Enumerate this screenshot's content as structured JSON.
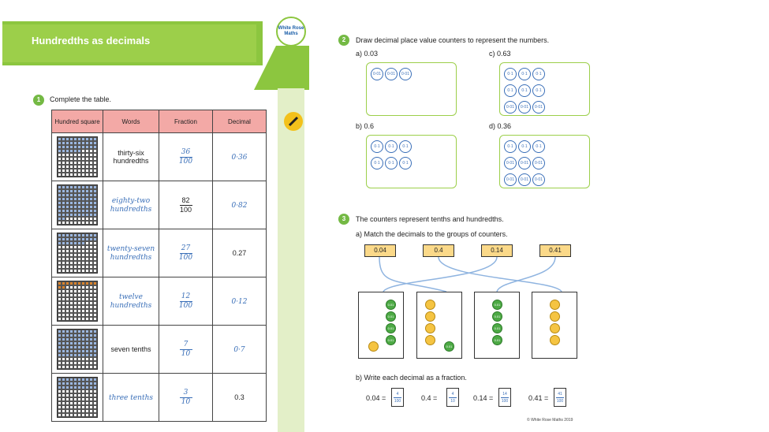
{
  "left": {
    "title": "Hundredths as decimals",
    "logo": "White Rose Maths",
    "q1": {
      "number": "1",
      "prompt": "Complete the table.",
      "headers": [
        "Hundred square",
        "Words",
        "Fraction",
        "Decimal"
      ],
      "rows": [
        {
          "words": "thirty-six hundredths",
          "num": "36",
          "den": "100",
          "decimal": "0·36",
          "shaded": 36
        },
        {
          "words": "eighty-two hundredths",
          "num": "82",
          "den": "100",
          "decimal": "0·82",
          "shaded": 82
        },
        {
          "words": "twenty-seven hundredths",
          "num": "27",
          "den": "100",
          "decimal": "0.27",
          "shaded": 27
        },
        {
          "words": "twelve hundredths",
          "num": "12",
          "den": "100",
          "decimal": "0·12",
          "shaded": 12
        },
        {
          "words": "seven tenths",
          "num": "7",
          "den": "10",
          "decimal": "0·7",
          "shaded": 70
        },
        {
          "words": "three tenths",
          "num": "3",
          "den": "10",
          "decimal": "0.3",
          "shaded": 30
        }
      ]
    }
  },
  "right": {
    "q2": {
      "number": "2",
      "prompt": "Draw decimal place value counters to represent the numbers.",
      "parts": [
        {
          "label": "a)",
          "value": "0.03",
          "counters": [
            "0·01",
            "0·01",
            "0·01"
          ]
        },
        {
          "label": "c)",
          "value": "0.63",
          "counters": [
            "0·1",
            "0·1",
            "0·1",
            "0·1",
            "0·1",
            "0·1",
            "0·01",
            "0·01",
            "0·01"
          ]
        },
        {
          "label": "b)",
          "value": "0.6",
          "counters": [
            "0·1",
            "0·1",
            "0·1",
            "0·1",
            "0·1",
            "0·1"
          ]
        },
        {
          "label": "d)",
          "value": "0.36",
          "counters": [
            "0·1",
            "0·1",
            "0·1",
            "0·01",
            "0·01",
            "0·01",
            "0·01",
            "0·01",
            "0·01"
          ]
        }
      ]
    },
    "q3": {
      "number": "3",
      "prompt": "The counters represent tenths and hundredths.",
      "part_a": "a)  Match the decimals to the groups of counters.",
      "decimals": [
        "0.04",
        "0.4",
        "0.14",
        "0.41"
      ],
      "counter_label": "0.01",
      "part_b": "b)  Write each decimal as a fraction.",
      "fractions": [
        {
          "decimal": "0.04 =",
          "num": "4",
          "den": "100"
        },
        {
          "decimal": "0.4 =",
          "num": "4",
          "den": "10"
        },
        {
          "decimal": "0.14 =",
          "num": "14",
          "den": "100"
        },
        {
          "decimal": "0.41 =",
          "num": "41",
          "den": "100"
        }
      ]
    },
    "copyright": "© White Rose Maths 2019"
  }
}
